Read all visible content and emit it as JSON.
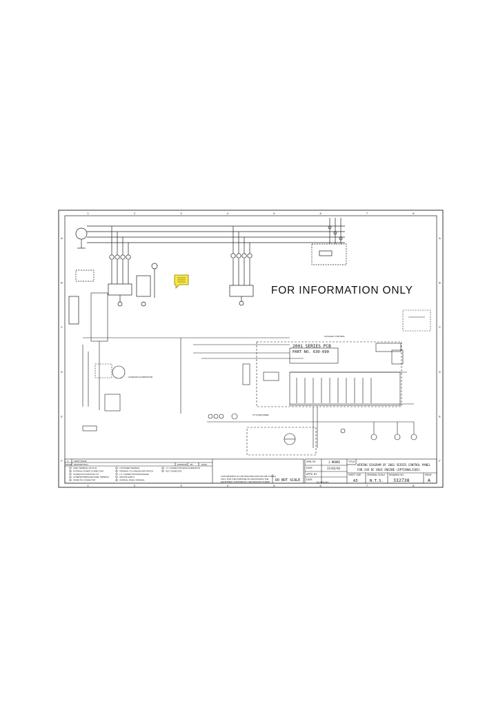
{
  "drawing": {
    "grid_cols": [
      "1",
      "2",
      "3",
      "4",
      "5",
      "6",
      "7",
      "8"
    ],
    "grid_rows": [
      "A",
      "B",
      "C",
      "D",
      "E",
      "F"
    ],
    "watermark": "FOR INFORMATION ONLY",
    "pcb_title": "2001 SERIES PCB",
    "pcb_part": "PART NO. 630-090",
    "alternator_label": "CHARGING ALTERNATOR",
    "note_if_required": "FIT IF REQUIRED",
    "auxiliary_control": "AUXILIARY CONTROL"
  },
  "revision_block": {
    "row_label": "A",
    "row_desc": "FIRST ISSUE",
    "head_issue": "ISSUE",
    "head_description": "DESCRIPTION",
    "head_ecr": "ECR/DCR",
    "head_by": "BY",
    "head_date": "DATE"
  },
  "legend": [
    "OPEN TERMINAL OR PLUG",
    "EXTERNAL POWER CONNECTION",
    "AS REQ'D PLUG/SOCKET FIT",
    "ALTERNATOR/ENGINE PANEL TERMINAL",
    "SPADE PIN CONNECTOR",
    "CUSTOMER TERMINAL",
    "TERMINAL TO CHANGEOVER SWITCH",
    "L.S. CONNECTOR FROM ENGINE",
    "GROUND EARTH",
    "INTERNAL PANEL TERMINAL",
    "L.S. CONNECTOR FROM ALTERNATOR",
    "NOT CONNECTED"
  ],
  "copyright_note": [
    "THIS DRAWING IS COPYRIGHTED AND MAY BE COPIED",
    "ONLY FOR THE PURPOSE OF MAINTAINING THE",
    "EQUIPMENT SUPPLIED BY THE MANUFACTURER"
  ],
  "do_not_scale": "DO NOT SCALE",
  "title_block": {
    "drn_by_label": "DRN. BY",
    "drn_by": "J.MOORE",
    "date_label": "DATE",
    "date": "22/02/01",
    "appd_by_label": "APPD. BY",
    "appd_date_label": "DATE",
    "appd_date": "15/03/01",
    "title_label": "TITLE",
    "title_lines": [
      "WIRING DIAGRAM OF 2001 SERIES CONTROL PANEL",
      "FOR 24V DC HEUI ENGINE (OPTIONALISED)"
    ],
    "sheet_size_label": "SHEET SIZE",
    "sheet_size": "A3",
    "scale_label": "ORIGINAL SCALE",
    "scale": "N.T.S.",
    "drawing_no_label": "DRAWING NO.",
    "drawing_no": "332738",
    "issue_label": "ISSUE",
    "issue": "A"
  },
  "colors": {
    "ink": "#1a1a1a",
    "comment_note": "#f7e84a",
    "comment_border": "#8a7a00"
  },
  "icons": [
    "sticky-note-comment-icon"
  ]
}
